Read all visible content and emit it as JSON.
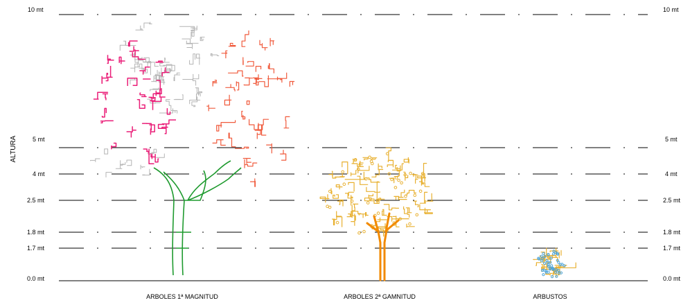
{
  "y_axis_label": "ALTURA",
  "levels": [
    {
      "label": "10 mt"
    },
    {
      "label": "5 mt"
    },
    {
      "label": "4 mt"
    },
    {
      "label": "2.5 mt"
    },
    {
      "label": "1.8 mt"
    },
    {
      "label": "1.7 mt"
    },
    {
      "label": "0.0 mt"
    }
  ],
  "captions": {
    "first": "ARBOLES 1ª MAGNITUD",
    "second": "ARBOLES 2ª GAMNITUD",
    "third": "ARBUSTOS"
  },
  "colors": {
    "trunk1": "#1e9a2e",
    "crown_pink": "#ea1e78",
    "crown_red": "#f05a3c",
    "crown_gray": "#b4b4b4",
    "trunk2": "#f28a00",
    "crown_yellow": "#e8b030",
    "shrub_blue": "#4aa3d9",
    "lines": "#000000"
  }
}
